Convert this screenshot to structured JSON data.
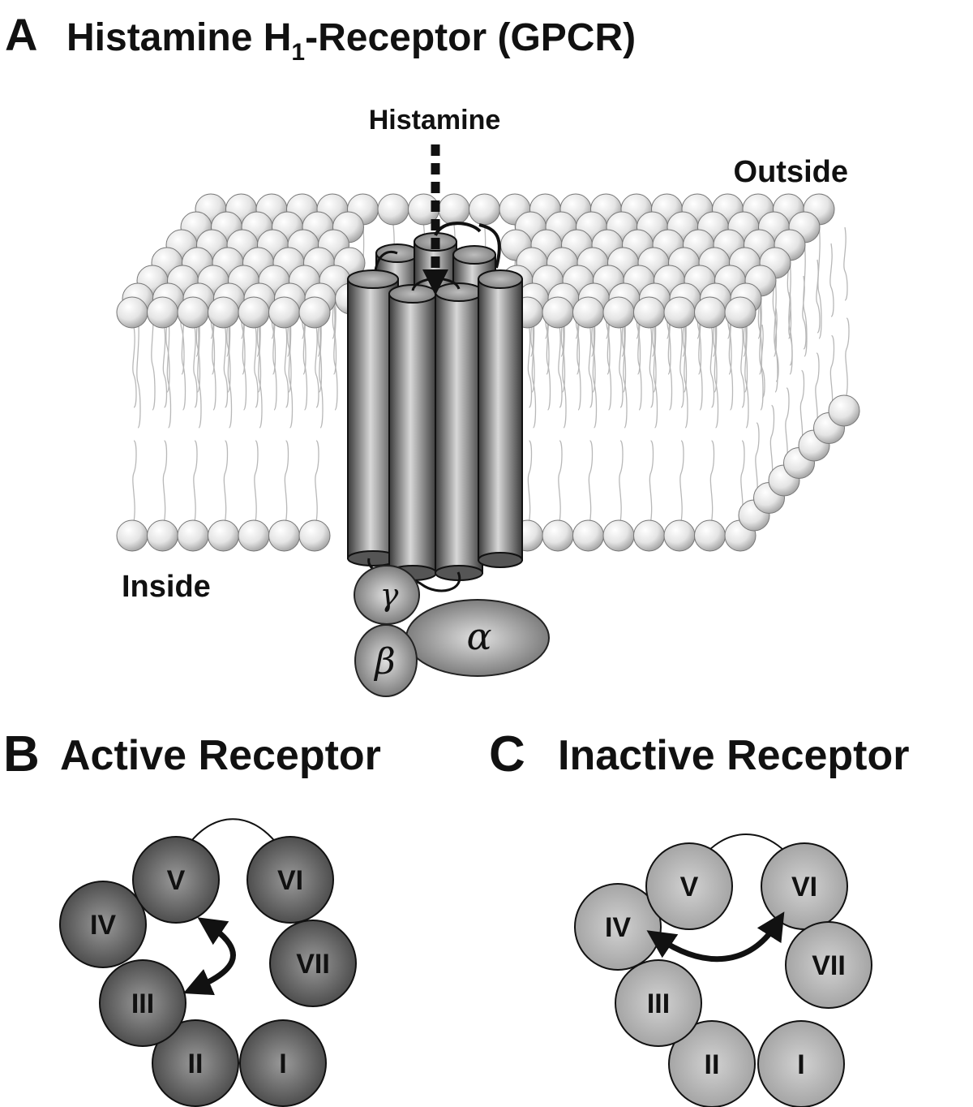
{
  "panel_a": {
    "letter": "A",
    "title_main": "Histamine H",
    "title_sub": "1",
    "title_rest": "-Receptor (GPCR)",
    "ligand_label": "Histamine",
    "outside_label": "Outside",
    "inside_label": "Inside",
    "g_protein": {
      "gamma": "γ",
      "beta": "β",
      "alpha": "α"
    }
  },
  "panel_b": {
    "letter": "B",
    "title": "Active Receptor",
    "helices": [
      "I",
      "II",
      "III",
      "IV",
      "V",
      "VI",
      "VII"
    ],
    "fill_color": "#555555"
  },
  "panel_c": {
    "letter": "C",
    "title": "Inactive Receptor",
    "helices": [
      "I",
      "II",
      "III",
      "IV",
      "V",
      "VI",
      "VII"
    ],
    "fill_color": "#b0b0b0"
  }
}
